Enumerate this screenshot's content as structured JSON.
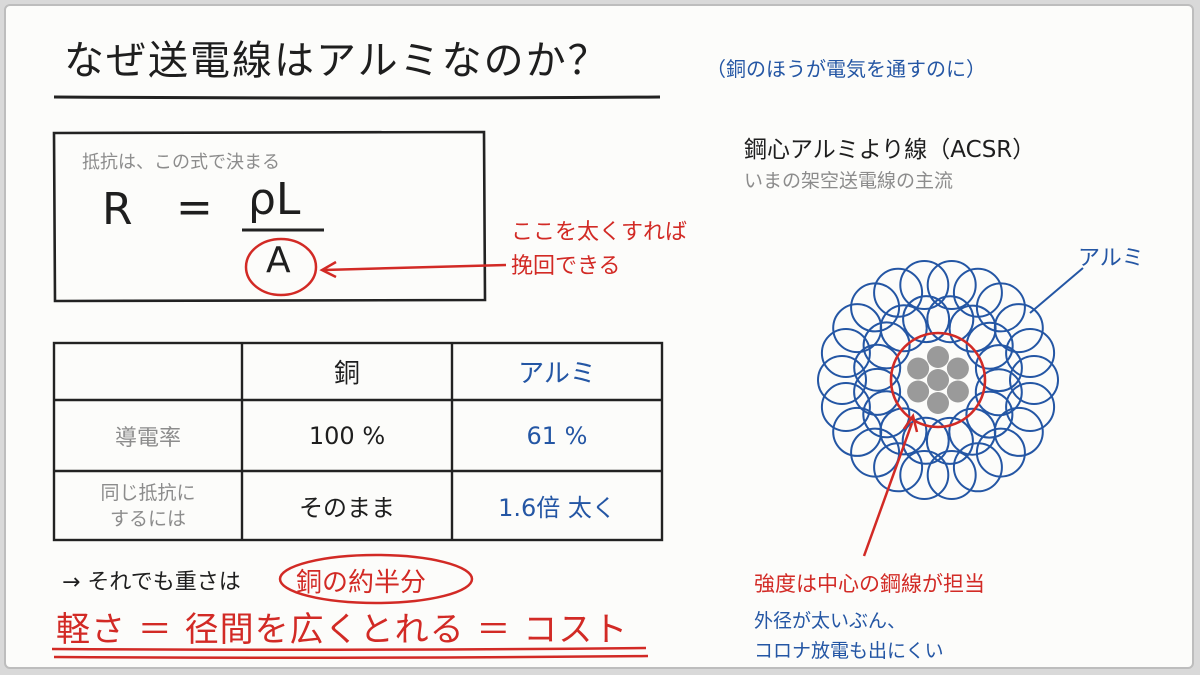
{
  "title": "なぜ送電線はアルミなのか？",
  "title_note": "（銅のほうが電気を通すのに）",
  "formula": {
    "caption": "抵抗は、この式で決まる",
    "lhs": "R",
    "equals": "=",
    "numerator": "ρL",
    "denominator": "A"
  },
  "formula_note": [
    "ここを太くすれば",
    "挽回できる"
  ],
  "table": {
    "headers": [
      "",
      "銅",
      "アルミ"
    ],
    "rows": [
      {
        "label": "導電率",
        "copper": "100 %",
        "aluminum": "61 %"
      },
      {
        "label": "同じ抵抗に するには",
        "label_lines": [
          "同じ抵抗に",
          "するには"
        ],
        "copper": "そのまま",
        "aluminum": "1.6倍 太く"
      }
    ]
  },
  "weight_note": {
    "prefix": "→ それでも重さは",
    "highlight": "銅の約半分"
  },
  "conclusion": "軽さ ＝ 径間を広くとれる ＝ コスト",
  "acsr": {
    "title": "鋼心アルミより線（ACSR）",
    "subtitle": "いまの架空送電線の主流",
    "aluminum_label": "アルミ",
    "steel_label": "強度は中心の鋼線が担当",
    "note_lines": [
      "外径が太いぶん、",
      "コロナ放電も出にくい"
    ]
  },
  "colors": {
    "red": "#d22a25",
    "blue": "#2456a4",
    "gray": "#8c8c8c",
    "ink": "#1e1e1e",
    "steel": "#9a9a9a"
  }
}
